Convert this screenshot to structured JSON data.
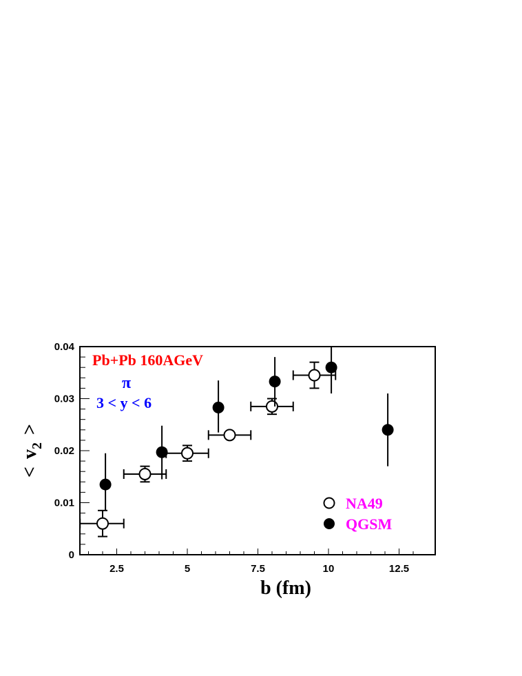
{
  "chart_data": {
    "type": "scatter",
    "title": "",
    "xlabel": "b  (fm)",
    "ylabel": "< v2 >",
    "xlim": [
      1.2,
      13.2
    ],
    "ylim": [
      0,
      0.04
    ],
    "x_ticks": [
      "2.5",
      "5",
      "7.5",
      "10",
      "12.5"
    ],
    "y_ticks": [
      "0",
      "0.01",
      "0.02",
      "0.03",
      "0.04"
    ],
    "grid": false,
    "legend_position": "lower right",
    "annotations": [
      {
        "text": "Pb+Pb 160AGeV",
        "color": "#ff0000"
      },
      {
        "text": "π",
        "color": "#0000ff"
      },
      {
        "text": "3 < y < 6",
        "color": "#0000ff"
      }
    ],
    "series": [
      {
        "name": "NA49",
        "marker": "open-circle",
        "color": "#000000",
        "x": [
          2.0,
          3.5,
          5.0,
          6.5,
          8.0,
          9.5
        ],
        "y": [
          0.006,
          0.0155,
          0.0195,
          0.023,
          0.0285,
          0.0345
        ],
        "xerr_low": [
          1.2,
          2.75,
          4.25,
          5.75,
          7.25,
          8.75
        ],
        "xerr_high": [
          2.75,
          4.25,
          5.75,
          7.25,
          8.75,
          10.25
        ],
        "yerr_low": [
          0.0035,
          0.014,
          0.018,
          0.023,
          0.027,
          0.032
        ],
        "yerr_high": [
          0.0085,
          0.017,
          0.021,
          0.023,
          0.03,
          0.037
        ]
      },
      {
        "name": "QGSM",
        "marker": "filled-circle",
        "color": "#000000",
        "x": [
          2.1,
          4.1,
          6.1,
          8.1,
          10.1,
          12.1
        ],
        "y": [
          0.0135,
          0.0197,
          0.0283,
          0.0333,
          0.036,
          0.024
        ],
        "yerr_low": [
          0.0085,
          0.0145,
          0.0235,
          0.0285,
          0.031,
          0.017
        ],
        "yerr_high": [
          0.0195,
          0.0248,
          0.0335,
          0.038,
          0.04,
          0.031
        ]
      }
    ]
  },
  "labels": {
    "system": "Pb+Pb 160AGeV",
    "particle": "π",
    "rapidity": "3 < y < 6",
    "xlabel": "b  (fm)",
    "ylabel_left": "<",
    "ylabel_v": "v",
    "ylabel_sub": "2",
    "ylabel_right": ">",
    "legend_na49": "NA49",
    "legend_qgsm": "QGSM"
  }
}
